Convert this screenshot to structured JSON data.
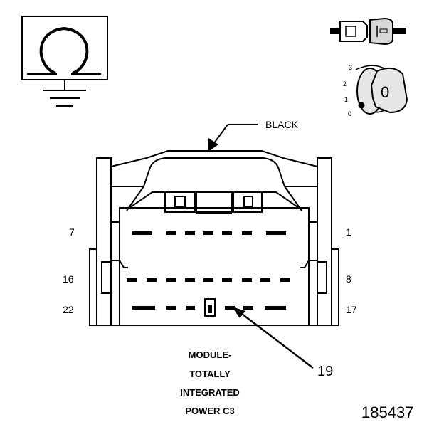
{
  "labels": {
    "color_label": "BLACK",
    "key_positions": [
      "3",
      "2",
      "1",
      "0"
    ],
    "key_symbol": "0",
    "pins": {
      "top_left": "7",
      "top_right": "1",
      "mid_left": "16",
      "mid_right": "8",
      "bot_left": "22",
      "bot_right": "17"
    },
    "callout_pin": "19",
    "caption_lines": [
      "MODULE-",
      "TOTALLY",
      "INTEGRATED",
      "POWER C3"
    ],
    "figure_number": "185437"
  },
  "icons": [
    "ohmmeter-icon",
    "ground-icon",
    "connector-probe-icon",
    "ignition-key-icon"
  ]
}
